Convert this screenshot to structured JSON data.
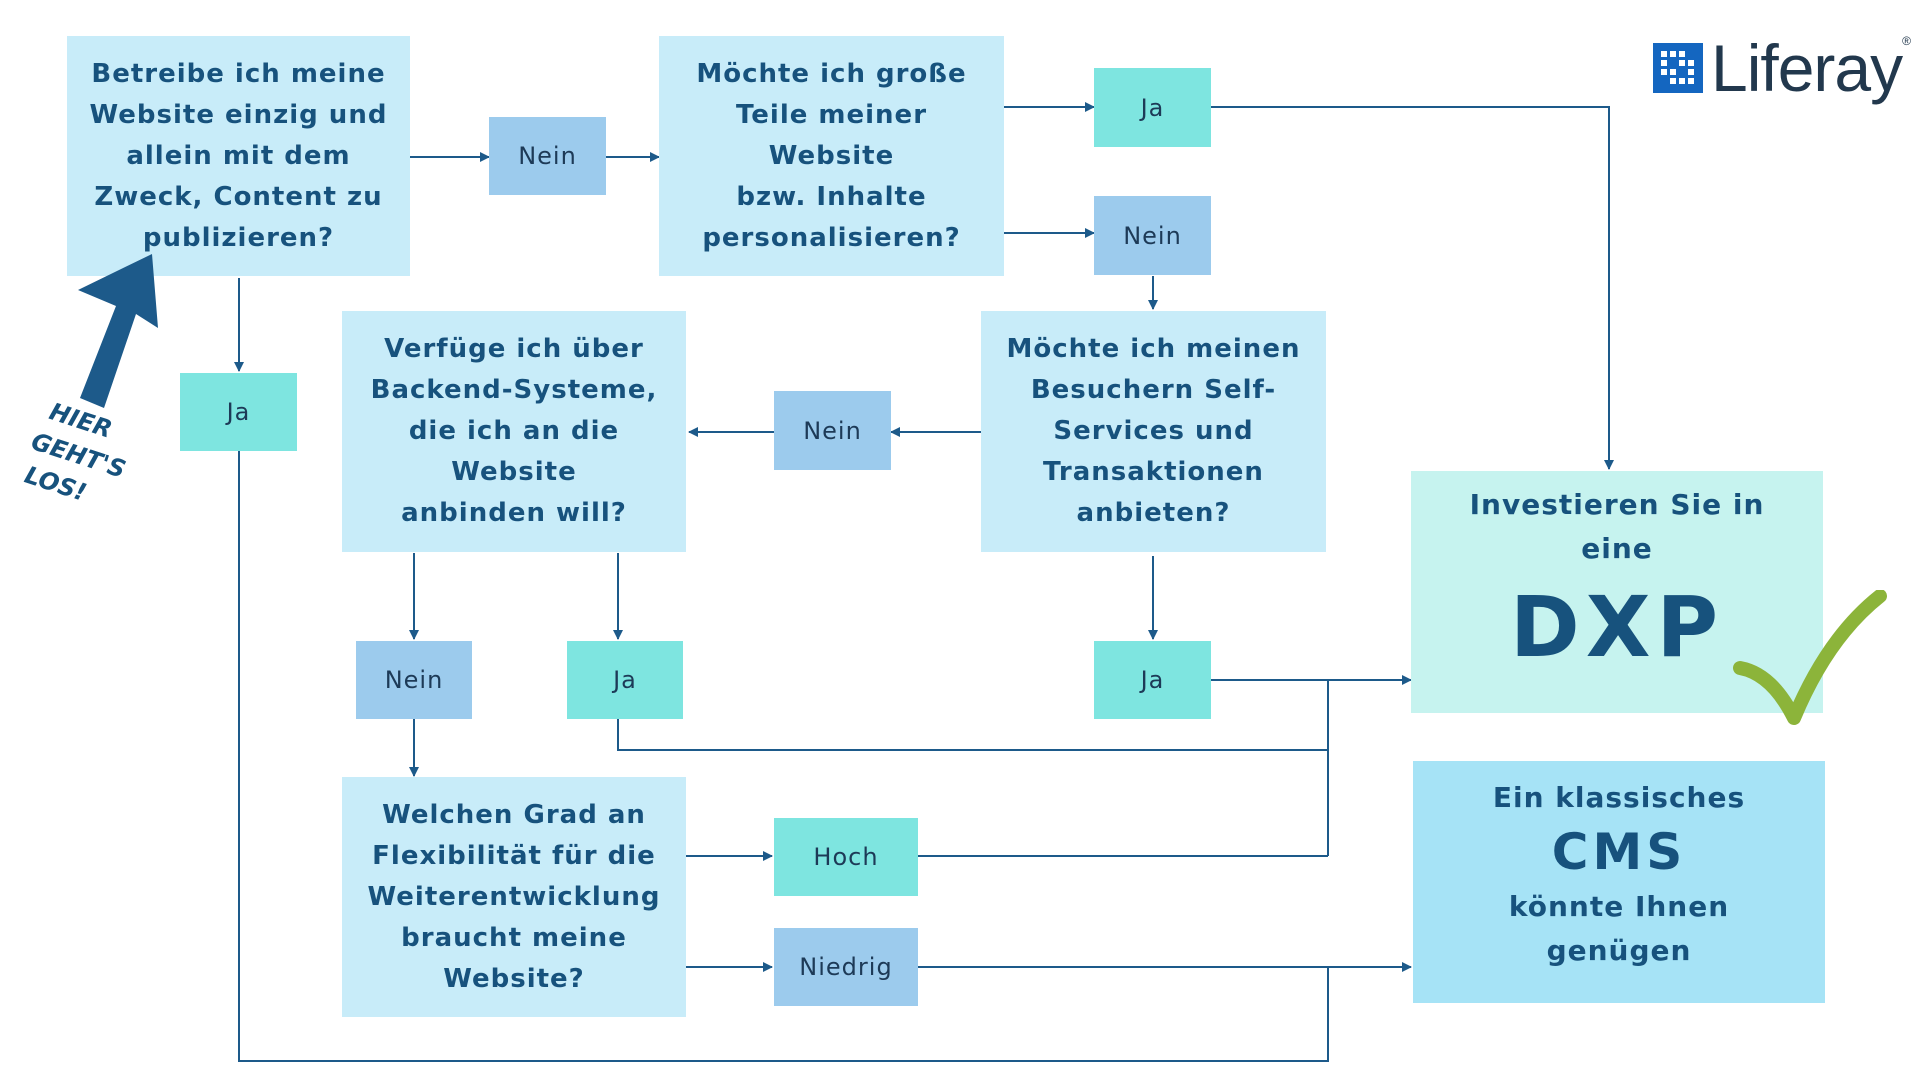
{
  "questions": {
    "q1": [
      "Betreibe ich meine",
      "Website einzig und",
      "allein mit dem",
      "Zweck, Content zu",
      "publizieren?"
    ],
    "q2": [
      "Möchte ich große",
      "Teile meiner Website",
      "bzw. Inhalte",
      "personalisieren?"
    ],
    "q3": [
      "Möchte ich meinen",
      "Besuchern Self-",
      "Services und",
      "Transaktionen",
      "anbieten?"
    ],
    "q4": [
      "Verfüge ich über",
      "Backend-Systeme,",
      "die ich an die Website",
      "anbinden will?"
    ],
    "q5": [
      "Welchen Grad an",
      "Flexibilität für die",
      "Weiterentwicklung",
      "braucht meine",
      "Website?"
    ]
  },
  "answers": {
    "ja": "Ja",
    "nein": "Nein",
    "hoch": "Hoch",
    "niedrig": "Niedrig"
  },
  "results": {
    "dxp_intro": [
      "Investieren Sie in",
      "eine"
    ],
    "dxp_big": "DXP",
    "cms_intro": "Ein klassisches",
    "cms_big": "CMS",
    "cms_outro": [
      "könnte Ihnen",
      "genügen"
    ]
  },
  "start_label": [
    "HIER",
    "GEHT'S",
    "LOS!"
  ],
  "logo": {
    "text": "Liferay",
    "reg": "®"
  },
  "colors": {
    "question_bg": "#c8ecf9",
    "yes_bg": "#7ee5e0",
    "no_bg": "#9ccbed",
    "dxp_bg": "#c6f3ef",
    "cms_bg": "#a6e3f6",
    "text": "#17527d",
    "line": "#1d5a8a",
    "check": "#8cb43a",
    "logo_blue": "#1466c0"
  },
  "icons": [
    "start-arrow-icon",
    "checkmark-icon",
    "liferay-logo-icon"
  ]
}
